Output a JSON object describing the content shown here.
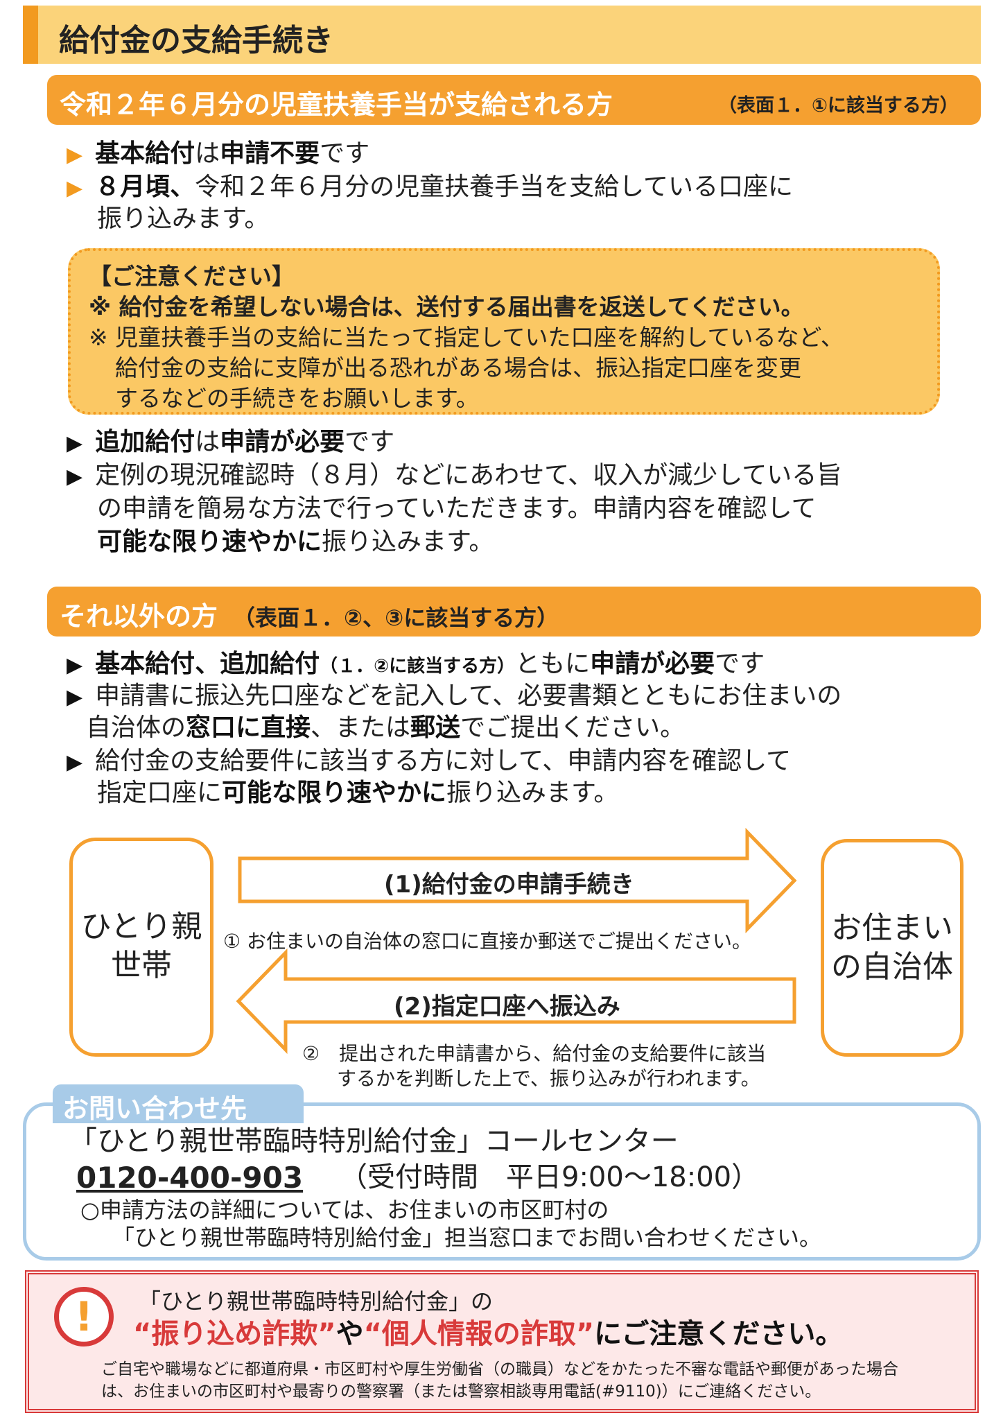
{
  "title": "給付金の支給手続き",
  "section1": {
    "header": "令和２年６月分の児童扶養手当が支給される方",
    "header_sub": "（表面１．①に該当する方）",
    "basic_pre": "基本給付",
    "basic_mid": "は",
    "basic_bold": "申請不要",
    "basic_post": "です",
    "aug_bold": "８月頃、",
    "aug_text": "令和２年６月分の児童扶養手当を支給している口座に",
    "aug_text2": "振り込みます。",
    "notice_head": "【ご注意ください】",
    "notice_1": "※ 給付金を希望しない場合は、送付する届出書を返送してください。",
    "notice_2a": "※ 児童扶養手当の支給に当たって指定していた口座を解約しているなど、",
    "notice_2b": "給付金の支給に支障が出る恐れがある場合は、振込指定口座を変更",
    "notice_2c": "するなどの手続きをお願いします。",
    "add_pre": "追加給付",
    "add_mid": "は",
    "add_bold": "申請が必要",
    "add_post": "です",
    "add_text1": "定例の現況確認時（８月）などにあわせて、収入が減少している旨",
    "add_text2": "の申請を簡易な方法で行っていただきます。申請内容を確認して",
    "add_text3_bold": "可能な限り速やかに",
    "add_text3_post": "振り込みます。"
  },
  "section2": {
    "header": "それ以外の方",
    "header_sub": "（表面１．②、③に該当する方）",
    "b1_bold": "基本給付、追加給付",
    "b1_small": "（１．②に該当する方）",
    "b1_mid": "ともに",
    "b1_bold2": "申請が必要",
    "b1_post": "です",
    "b2_text": "申請書に振込先口座などを記入して、必要書類とともにお住まいの",
    "b2_pre": "自治体の",
    "b2_bold1": "窓口に直接",
    "b2_mid": "、または",
    "b2_bold2": "郵送",
    "b2_post": "でご提出ください。",
    "b3_text": "給付金の支給要件に該当する方に対して、申請内容を確認して",
    "b3_pre": "指定口座に",
    "b3_bold": "可能な限り速やかに",
    "b3_post": "振り込みます。"
  },
  "flow": {
    "left_line1": "ひとり親",
    "left_line2": "世帯",
    "right_line1": "お住まい",
    "right_line2": "の自治体",
    "arrow1_label": "(1)給付金の申請手続き",
    "arrow1_note": "① お住まいの自治体の窓口に直接か郵送でご提出ください。",
    "arrow2_label": "(2)指定口座へ振込み",
    "arrow2_note1": "②　提出された申請書から、給付金の支給要件に該当",
    "arrow2_note2": "するかを判断した上で、振り込みが行われます。"
  },
  "contact": {
    "tab": "お問い合わせ先",
    "center": "「ひとり親世帯臨時特別給付金」コールセンター",
    "phone": "0120-400-903",
    "hours": "（受付時間　平日9:00～18:00）",
    "note1": "○申請方法の詳細については、お住まいの市区町村の",
    "note2": "「ひとり親世帯臨時特別給付金」担当窓口までお問い合わせください。"
  },
  "warning": {
    "icon": "!",
    "line1": "「ひとり親世帯臨時特別給付金」の",
    "q1": "“振り込め詐欺”",
    "ya": "や",
    "q2": "“個人情報の詐取”",
    "tail": "にご注意ください。",
    "small1": "ご自宅や職場などに都道府県・市区町村や厚生労働省（の職員）などをかたった不審な電話や郵便があった場合",
    "small2": "は、お住まいの市区町村や最寄りの警察署（または警察相談専用電話(#9110)）にご連絡ください。"
  },
  "colors": {
    "orange": "#f5a030",
    "light_orange": "#fbd37a",
    "blue": "#a8cbe8",
    "red": "#d83a3a"
  }
}
